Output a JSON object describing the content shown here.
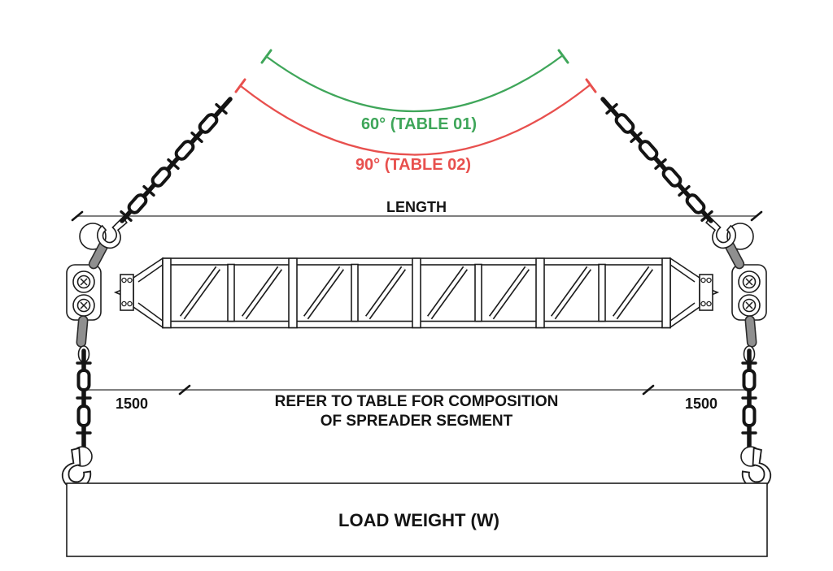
{
  "diagram": {
    "title": "Spreader beam rigging diagram",
    "colors": {
      "angle_60_green": "#3fa65a",
      "angle_90_red": "#e8504e",
      "drawing_black": "#141414",
      "dimension_gray": "#7f7f7f",
      "hardware_gray": "#8f8f8f"
    },
    "labels": {
      "angle_60": "60° (TABLE 01)",
      "angle_90": "90° (TABLE 02)",
      "length": "LENGTH",
      "dim_left": "1500",
      "dim_right": "1500",
      "refer_line1": "REFER TO TABLE FOR COMPOSITION",
      "refer_line2": "OF SPREADER SEGMENT",
      "load": "LOAD WEIGHT (W)"
    }
  }
}
